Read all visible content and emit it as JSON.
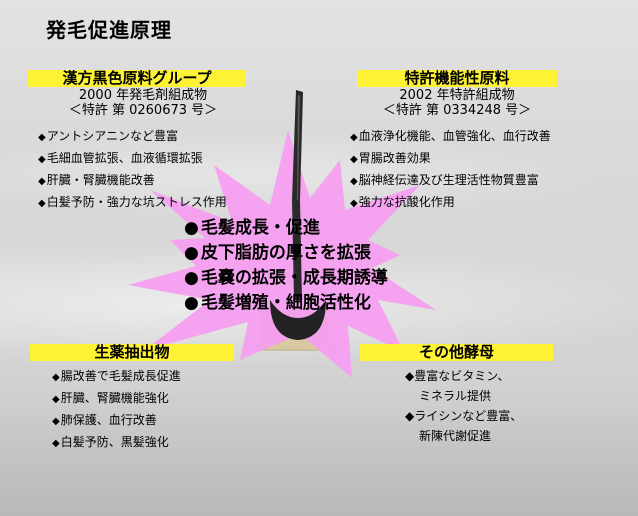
{
  "title": "発毛促進原理",
  "top_left": {
    "heading": "漢方黒色原料グループ",
    "line1": "2000 年発毛剤組成物",
    "line2": "＜特許 第 0260673 号＞",
    "items": [
      "アントシアニンなど豊富",
      "毛細血管拡張、血液循環拡張",
      "肝臓・腎臓機能改善",
      "白髪予防・強力な坑ストレス作用"
    ]
  },
  "top_right": {
    "heading": "特許機能性原料",
    "line1": "2002 年特許組成物",
    "line2": "＜特許 第 0334248 号＞",
    "items": [
      "血液浄化機能、血管強化、血行改善",
      "胃腸改善効果",
      "脳神経伝達及び生理活性物質豊富",
      "強力な抗酸化作用"
    ]
  },
  "center": {
    "items": [
      "毛髪成長・促進",
      "皮下脂肪の厚さを拡張",
      "毛嚢の拡張・成長期誘導",
      "毛髪増殖・細胞活性化"
    ]
  },
  "bottom_left": {
    "heading": "生薬抽出物",
    "items": [
      "腸改善で毛髪成長促進",
      "肝臓、腎臓機能強化",
      "肺保護、血行改善",
      "白髪予防、黒髪強化"
    ]
  },
  "bottom_right": {
    "heading": "その他酵母",
    "items": [
      "◆豊富なビタミン、",
      "ミネラル提供",
      "◆ライシンなど豊富、",
      "新陳代謝促進"
    ]
  },
  "colors": {
    "highlight": "#fdf233",
    "burst": "#f59ff0",
    "follicle_box": "#d8c9a0"
  }
}
